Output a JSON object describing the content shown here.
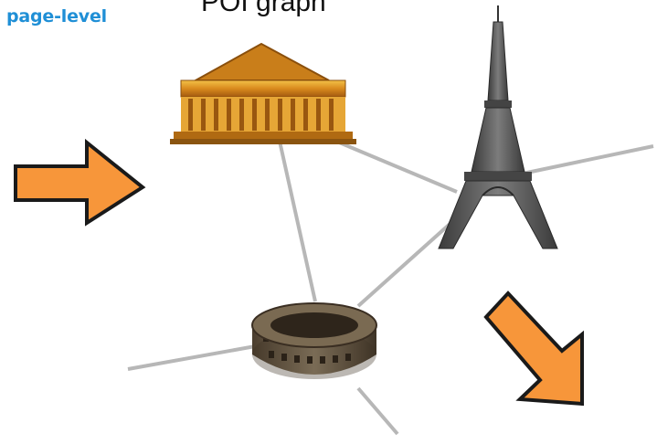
{
  "header": {
    "tag": "page-level",
    "title": "POI graph"
  },
  "colors": {
    "tag_text": "#1f8fd6",
    "edge": "#b7b7b7",
    "arrow_fill": "#f7963a",
    "arrow_stroke": "#1a1a1a"
  },
  "graph": {
    "nodes": [
      {
        "id": "parthenon",
        "icon": "parthenon-icon"
      },
      {
        "id": "eiffel",
        "icon": "eiffel-tower-icon"
      },
      {
        "id": "colosseum",
        "icon": "colosseum-icon"
      }
    ],
    "arrows": [
      {
        "id": "incoming",
        "direction": "right"
      },
      {
        "id": "outgoing",
        "direction": "down-right"
      }
    ]
  }
}
